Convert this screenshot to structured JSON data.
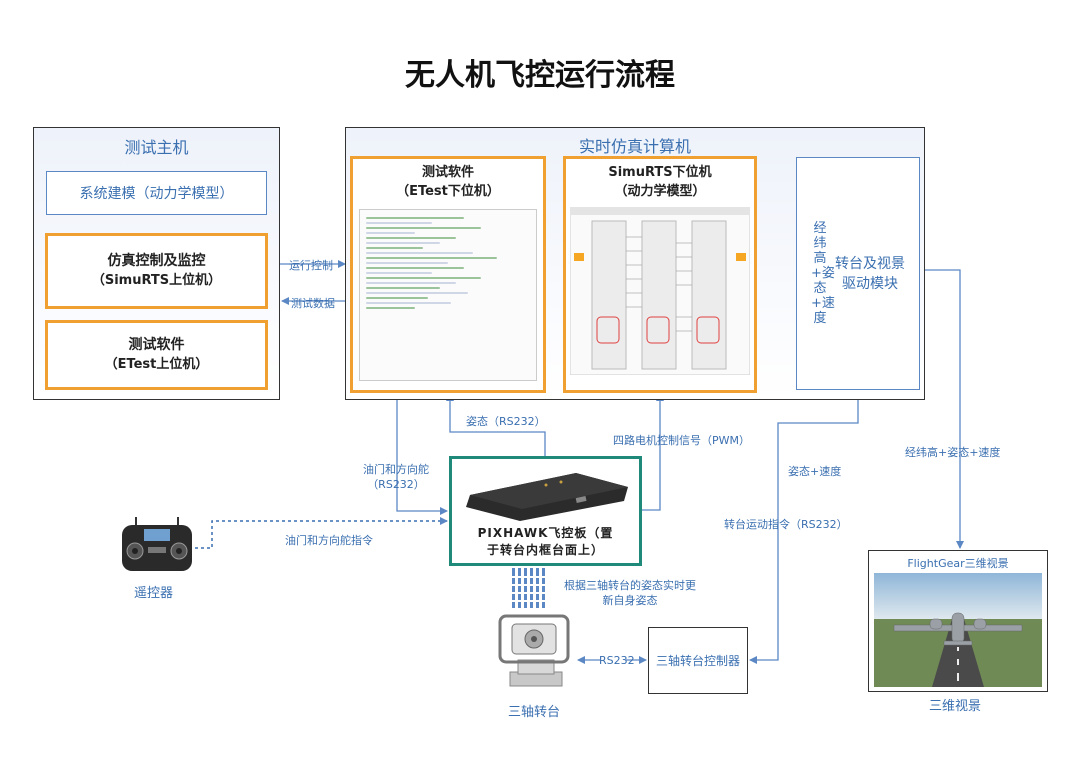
{
  "title": "无人机飞控运行流程",
  "test_host": {
    "title": "测试主机",
    "modeling": "系统建模（动力学模型）",
    "sim_control": {
      "line1": "仿真控制及监控",
      "line2": "（SimuRTS上位机）"
    },
    "test_software": {
      "line1": "测试软件",
      "line2": "（ETest上位机）"
    }
  },
  "realtime": {
    "title": "实时仿真计算机",
    "etest": {
      "line1": "测试软件",
      "line2": "（ETest下位机）"
    },
    "simurts": {
      "line1": "SimuRTS下位机",
      "line2": "（动力学模型）"
    },
    "drive_module": {
      "side_text": "经纬高+姿态+速度",
      "title_line1": "转台及视景",
      "title_line2": "驱动模块"
    }
  },
  "labels": {
    "run_control": "运行控制",
    "test_data": "测试数据",
    "attitude_rs232": "姿态（RS232）",
    "motor_pwm": "四路电机控制信号（PWM）",
    "throttle_rudder": {
      "line1": "油门和方向舵",
      "line2": "（RS232）"
    },
    "throttle_cmd": "油门和方向舵指令",
    "attitude_speed": "姿态+速度",
    "turntable_cmd": "转台运动指令（RS232）",
    "lla_att_speed": "经纬高+姿态+速度",
    "update_attitude": {
      "line1": "根据三轴转台的姿态实时更",
      "line2": "新自身姿态"
    },
    "rs232": "RS232"
  },
  "pixhawk": {
    "line1": "PIXHAWK飞控板（置",
    "line2": "于转台内框台面上）"
  },
  "remote": {
    "caption": "遥控器"
  },
  "turntable": {
    "caption": "三轴转台"
  },
  "controller": {
    "label": "三轴转台控制器"
  },
  "flightgear": {
    "title": "FlightGear三维视景",
    "caption": "三维视景"
  },
  "colors": {
    "accent": "#3a6fb0",
    "orange": "#f0a030",
    "teal": "#1f8a7a",
    "arrow": "#5b87c5"
  }
}
